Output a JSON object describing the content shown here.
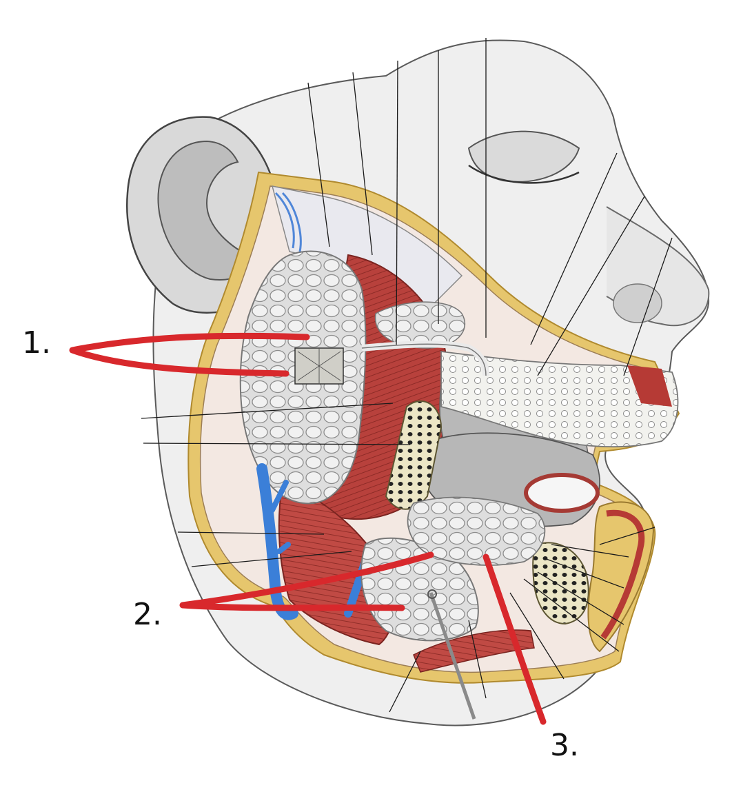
{
  "labels": {
    "one": "1.",
    "two": "2.",
    "three": "3."
  },
  "colors": {
    "annotation_red": "#d8282c",
    "muscle": "#b8413c",
    "gland": "#e3e3e3",
    "vein": "#3b7fd8",
    "fat": "#e5c56a",
    "skin": "#efefef"
  }
}
